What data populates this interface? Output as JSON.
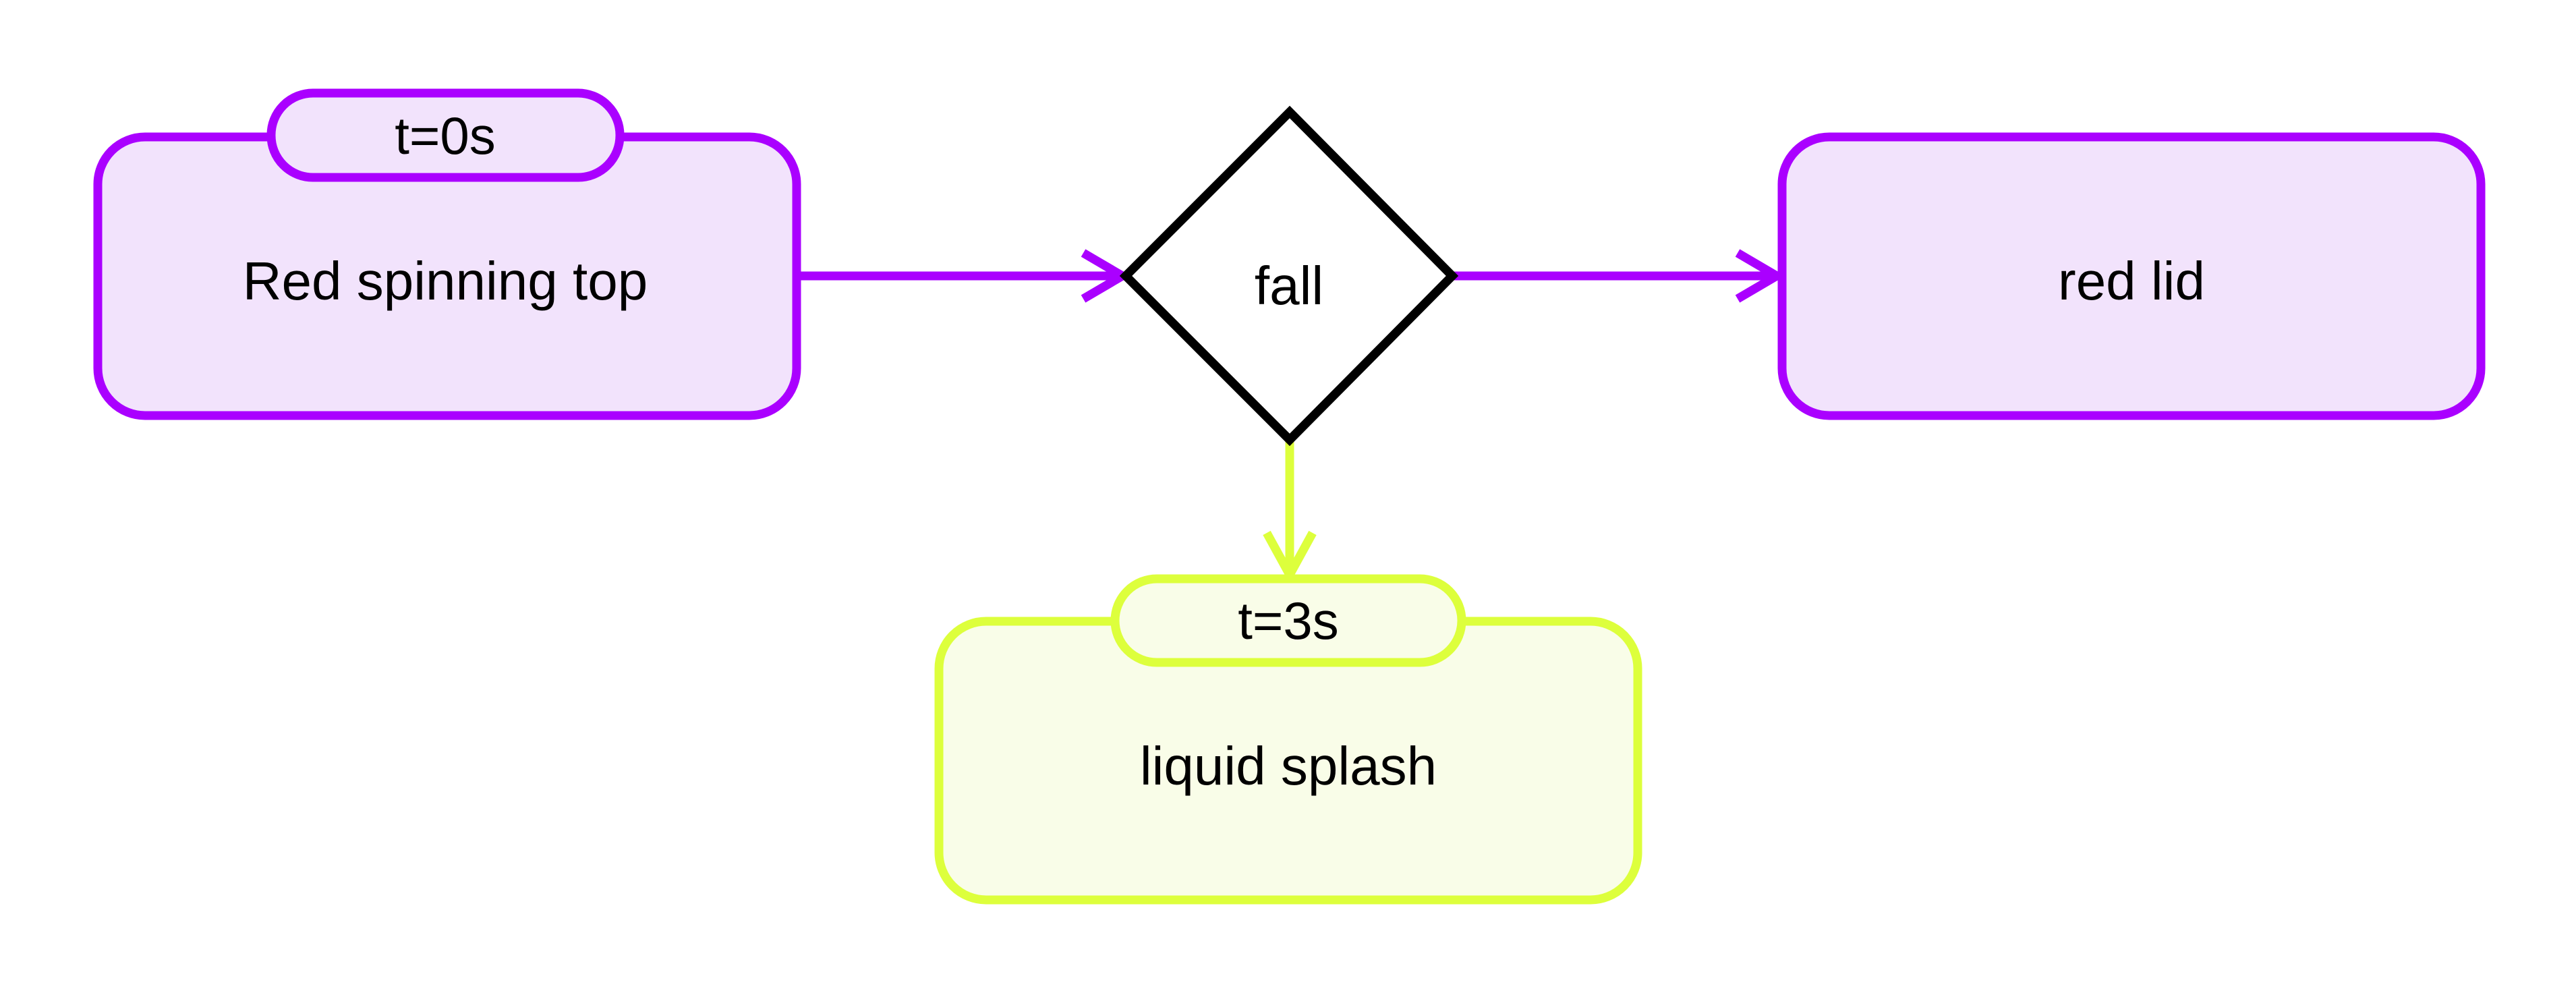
{
  "diagram": {
    "colors": {
      "purple_stroke": "#AA00FF",
      "purple_fill": "#F2E3FC",
      "lime_stroke": "#DDFF3C",
      "lime_fill": "#F9FDE8",
      "decision_stroke": "#000000",
      "decision_fill": "#FFFFFF",
      "text": "#000000"
    },
    "nodes": {
      "red_spinning_top": {
        "label": "Red spinning top",
        "tag": "t=0s",
        "shape": "rounded-rect",
        "theme": "purple"
      },
      "fall": {
        "label": "fall",
        "shape": "diamond",
        "theme": "decision"
      },
      "red_lid": {
        "label": "red lid",
        "shape": "rounded-rect",
        "theme": "purple"
      },
      "liquid_splash": {
        "label": "liquid splash",
        "tag": "t=3s",
        "shape": "rounded-rect",
        "theme": "lime"
      }
    },
    "edges": [
      {
        "from": "Red spinning top",
        "to": "fall",
        "color": "#AA00FF",
        "arrow": "open"
      },
      {
        "from": "fall",
        "to": "red lid",
        "color": "#AA00FF",
        "arrow": "open"
      },
      {
        "from": "fall",
        "to": "liquid splash",
        "color": "#DDFF3C",
        "arrow": "open"
      }
    ]
  }
}
